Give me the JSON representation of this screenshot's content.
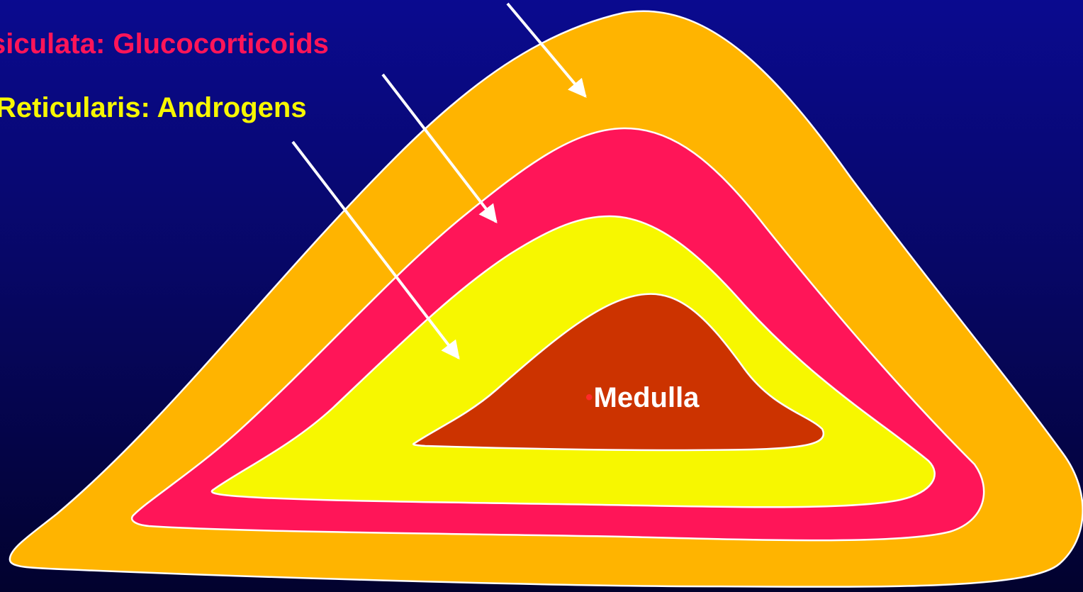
{
  "labels": {
    "fasciculata": "siculata: Glucocorticoids",
    "reticularis": "Reticularis: Androgens",
    "medulla": "Medulla",
    "medulla_bullet": "•"
  },
  "colors": {
    "background_top": "#0a0a8f",
    "background_bottom": "#02022e",
    "glomerulosa_layer": "#ffb400",
    "fasciculata_layer": "#ff1558",
    "reticularis_layer": "#f7f700",
    "medulla_layer": "#cc3300",
    "outline": "#ffffff",
    "arrow": "#ffffff",
    "fasciculata_text": "#ff1558",
    "reticularis_text": "#f7f700",
    "medulla_text": "#ffffff",
    "medulla_bullet": "#ff2a2a"
  }
}
